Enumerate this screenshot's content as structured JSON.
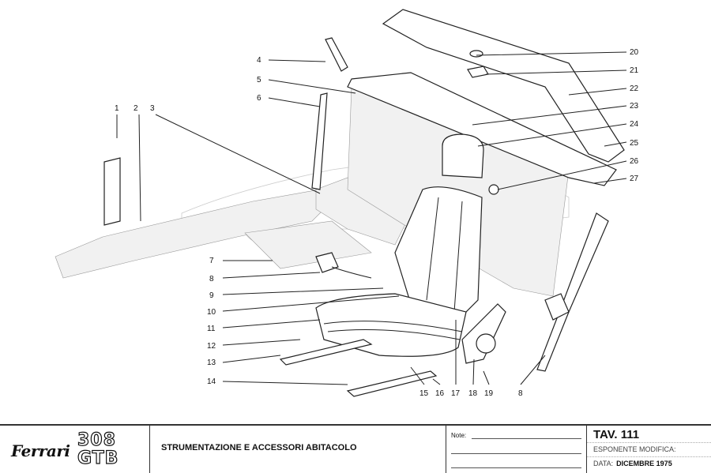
{
  "callouts": {
    "c1": "1",
    "c2": "2",
    "c3": "3",
    "c4": "4",
    "c5": "5",
    "c6": "6",
    "c7": "7",
    "c8": "8",
    "c9": "9",
    "c10": "10",
    "c11": "11",
    "c12": "12",
    "c13": "13",
    "c14": "14",
    "c15": "15",
    "c16": "16",
    "c17": "17",
    "c18": "18",
    "c19": "19",
    "c8b": "8",
    "c20": "20",
    "c21": "21",
    "c22": "22",
    "c23": "23",
    "c24": "24",
    "c25": "25",
    "c26": "26",
    "c27": "27"
  },
  "title_block": {
    "brand": "Ferrari",
    "model_top": "308",
    "model_bottom": "GTB",
    "title": "STRUMENTAZIONE E ACCESSORI ABITACOLO",
    "notes_label": "Note:",
    "table": "TAV.  111",
    "revision_label": "ESPONENTE  MODIFICA:",
    "date_label": "DATA:",
    "date_value": "DICEMBRE  1975"
  }
}
